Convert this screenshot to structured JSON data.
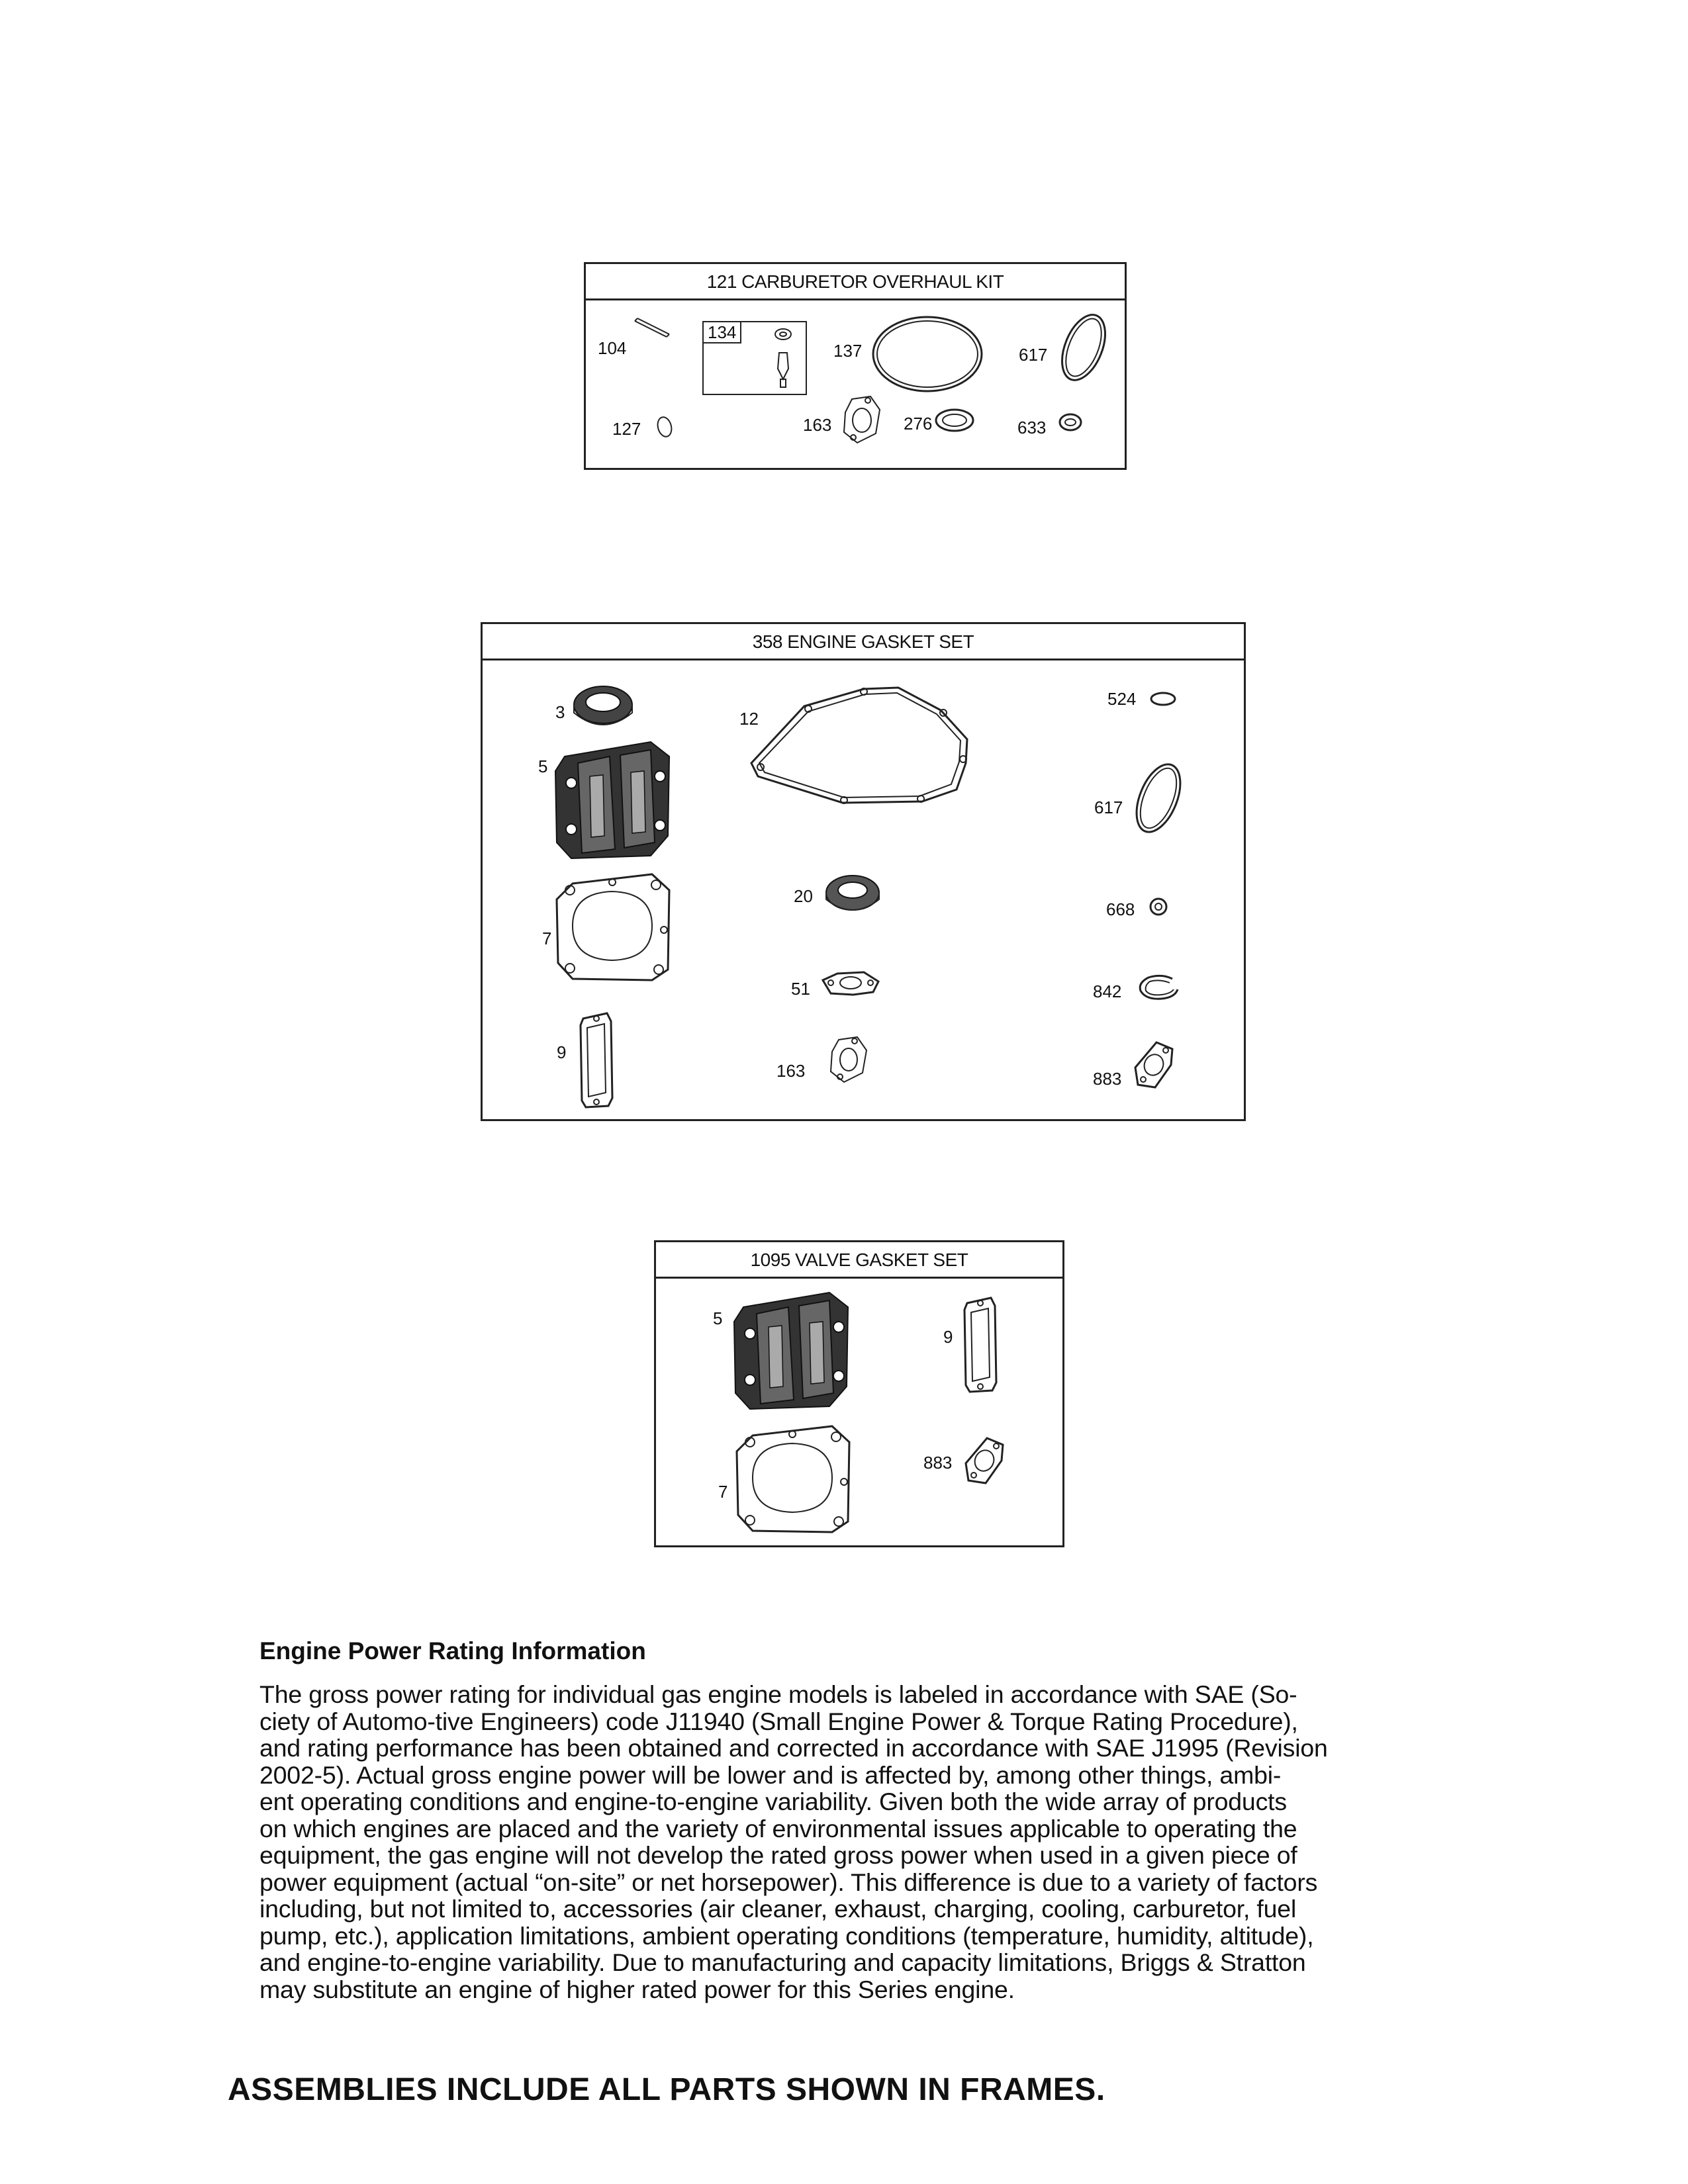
{
  "frames": {
    "carburetor": {
      "title": "121 CARBURETOR OVERHAUL KIT",
      "parts": {
        "p104": "104",
        "p134": "134",
        "p137": "137",
        "p617": "617",
        "p127": "127",
        "p163": "163",
        "p276": "276",
        "p633": "633"
      }
    },
    "engine_gasket": {
      "title": "358 ENGINE GASKET SET",
      "parts": {
        "p3": "3",
        "p12": "12",
        "p524": "524",
        "p5": "5",
        "p617": "617",
        "p7": "7",
        "p20": "20",
        "p668": "668",
        "p51": "51",
        "p842": "842",
        "p9": "9",
        "p163": "163",
        "p883": "883"
      }
    },
    "valve_gasket": {
      "title": "1095 VALVE GASKET SET",
      "parts": {
        "p5": "5",
        "p9": "9",
        "p7": "7",
        "p883": "883"
      }
    }
  },
  "notes": {
    "heading": "Engine Power Rating Information",
    "lines": [
      "The gross power rating for individual gas engine models is labeled in accordance with SAE (So-",
      "ciety of Automo-tive Engineers) code J11940 (Small Engine Power & Torque Rating Procedure),",
      "and rating performance has been obtained and corrected in accordance with SAE J1995 (Revision",
      "2002-5).  Actual gross engine power will be lower and is affected by, among other things, ambi-",
      "ent operating conditions and engine-to-engine variability.  Given both the wide array of products",
      "on which engines are placed and the variety of environmental issues applicable to operating the",
      "equipment, the gas engine will not develop the rated gross power when used in a given piece of",
      "power equipment (actual “on-site” or net horsepower).  This difference is due to a variety of factors",
      "including, but not limited to, accessories (air cleaner, exhaust, charging, cooling, carburetor, fuel",
      "pump, etc.), application limitations, ambient operating conditions (temperature, humidity, altitude),",
      "and engine-to-engine variability.  Due to manufacturing and capacity limitations, Briggs & Stratton",
      "may substitute an engine of higher rated power for this Series engine."
    ]
  },
  "footer": "ASSEMBLIES INCLUDE ALL PARTS SHOWN IN FRAMES."
}
